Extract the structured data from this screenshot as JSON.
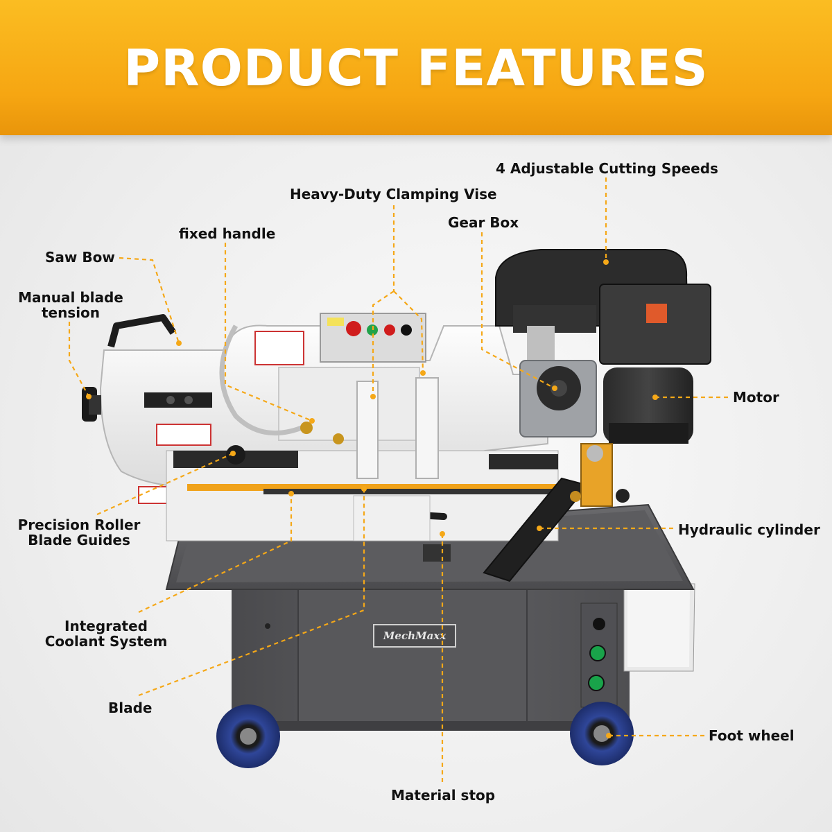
{
  "banner": {
    "title": "PRODUCT FEATURES"
  },
  "brand": {
    "logo": "MechMaxx"
  },
  "colors": {
    "banner": "#f6a612",
    "leader": "#f5a818",
    "body": "#5b5b5e",
    "bow": "#f1f1f1",
    "wheel": "#2c3f8a"
  },
  "callouts": {
    "saw_bow": "Saw Bow",
    "blade_tension_1": "Manual blade",
    "blade_tension_2": "tension",
    "fixed_handle": "fixed handle",
    "clamping_vise": "Heavy-Duty Clamping Vise",
    "cutting_speeds": "4 Adjustable Cutting Speeds",
    "gear_box": "Gear Box",
    "motor": "Motor",
    "hydraulic_cylinder": "Hydraulic cylinder",
    "roller_guides_1": "Precision Roller",
    "roller_guides_2": "Blade Guides",
    "coolant_1": "Integrated",
    "coolant_2": "Coolant System",
    "blade": "Blade",
    "foot_wheel": "Foot wheel",
    "material_stop": "Material stop"
  }
}
